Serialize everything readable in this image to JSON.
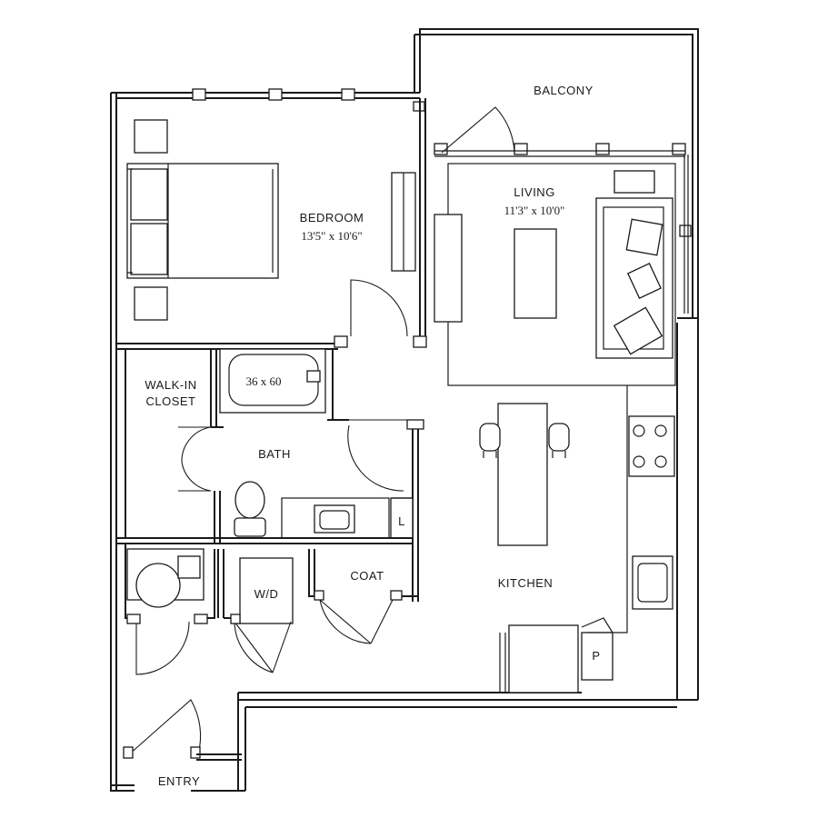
{
  "rooms": {
    "balcony": "BALCONY",
    "living": "LIVING",
    "living_dim": "11'3\" x 10'0\"",
    "bedroom": "BEDROOM",
    "bedroom_dim": "13'5\" x 10'6\"",
    "walkin_line1": "WALK-IN",
    "walkin_line2": "CLOSET",
    "bath": "BATH",
    "tub": "36 x 60",
    "linen": "L",
    "wd": "W/D",
    "coat": "COAT",
    "kitchen": "KITCHEN",
    "pantry": "P",
    "entry": "ENTRY"
  }
}
